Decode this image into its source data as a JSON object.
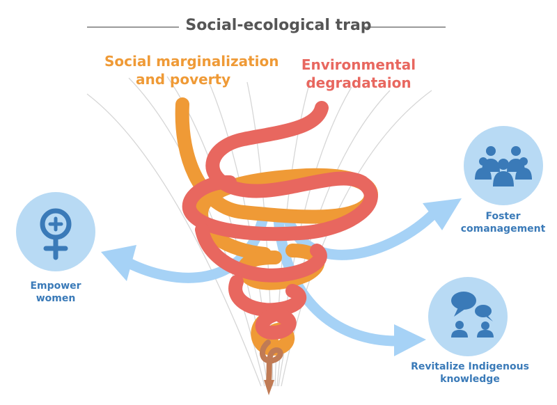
{
  "title": "Social-ecological trap",
  "drivers": {
    "social": [
      "Social marginalization",
      "and poverty"
    ],
    "environmental": [
      "Environmental",
      "degradataion"
    ]
  },
  "outcomes": {
    "empower": [
      "Empower",
      "women"
    ],
    "foster": [
      "Foster",
      "comanagement"
    ],
    "revitalize": [
      "Revitalize Indigenous",
      "knowledge"
    ]
  },
  "colors": {
    "social": "#ef9a36",
    "environmental": "#e8675f",
    "arrow": "#a6d2f6",
    "circle": "#b8daf4",
    "icon": "#3a7ab8"
  },
  "icons": {
    "empower": "female-symbol-icon",
    "foster": "group-of-people-icon",
    "revitalize": "conversation-people-icon"
  }
}
